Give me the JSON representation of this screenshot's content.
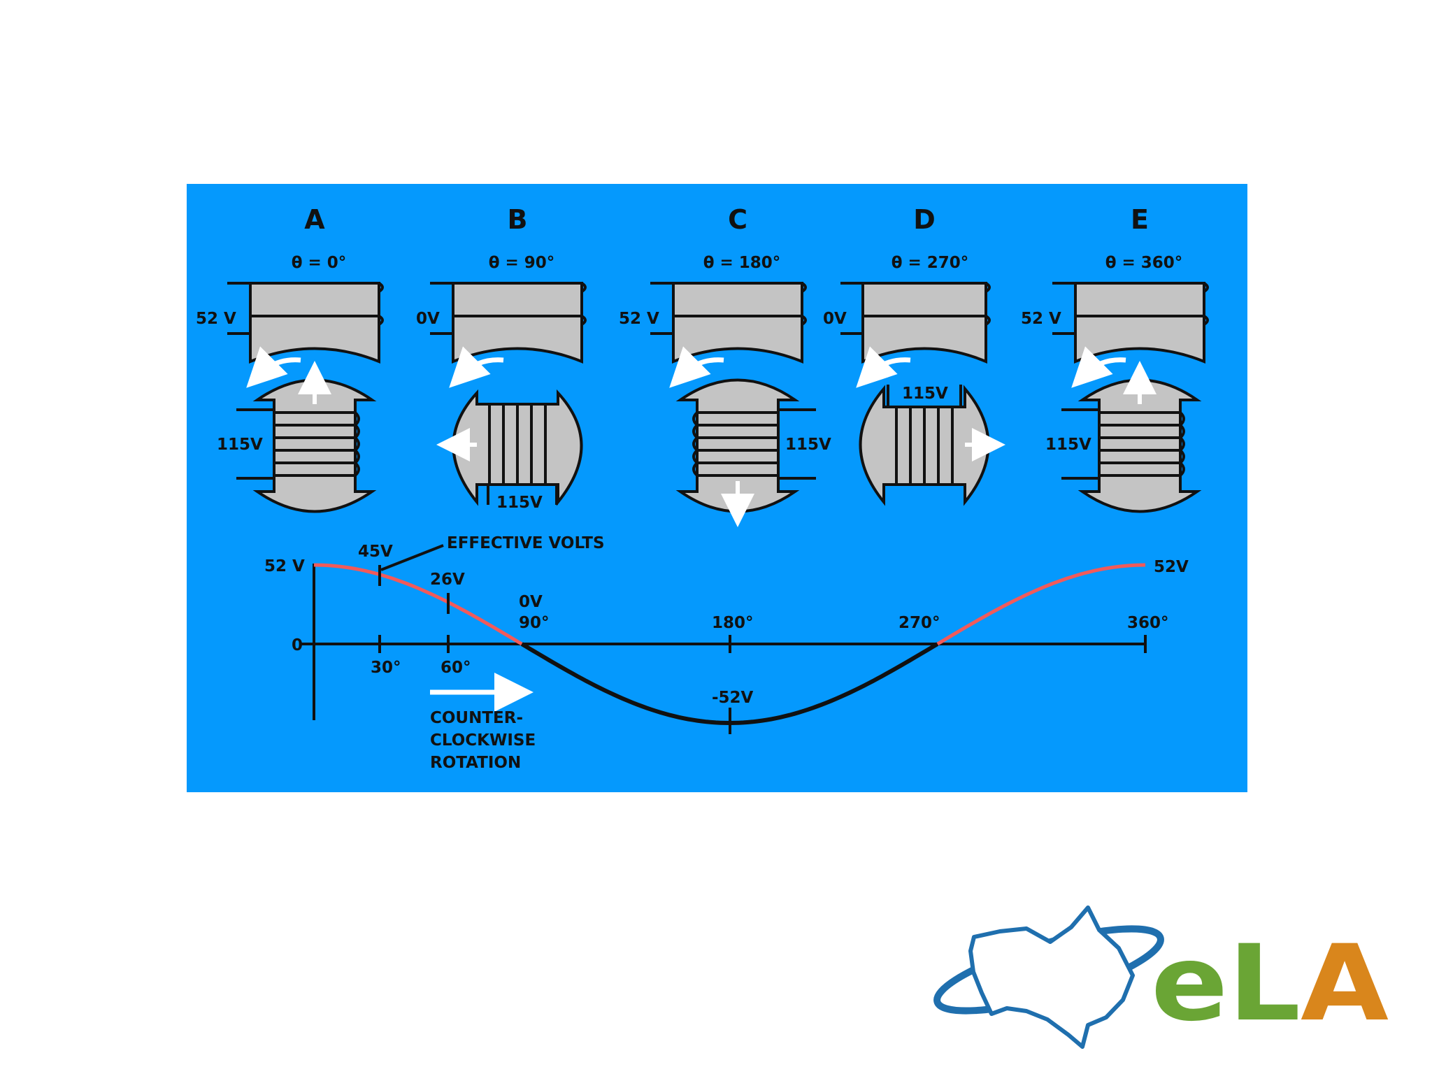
{
  "colors": {
    "panel_bg": "#0599fd",
    "core_gray": "#c4c4c4",
    "positive_curve": "#f25a5a",
    "negative_curve": "#111111",
    "arrow": "#ffffff",
    "logo_blue": "#1f6fae",
    "logo_green": "#6aa535",
    "logo_orange": "#d9861c"
  },
  "panels": [
    {
      "letter": "A",
      "angle": "θ = 0°",
      "stator_voltage": "52 V",
      "rotor_voltage": "115V"
    },
    {
      "letter": "B",
      "angle": "θ = 90°",
      "stator_voltage": "0V",
      "rotor_voltage": "115V"
    },
    {
      "letter": "C",
      "angle": "θ = 180°",
      "stator_voltage": "52 V",
      "rotor_voltage": "115V"
    },
    {
      "letter": "D",
      "angle": "θ = 270°",
      "stator_voltage": "0V",
      "rotor_voltage": "115V"
    },
    {
      "letter": "E",
      "angle": "θ = 360°",
      "stator_voltage": "52 V",
      "rotor_voltage": "115V"
    }
  ],
  "graph": {
    "y_max_label": "52 V",
    "y_zero_label": "0",
    "effective_volts_label": "EFFECTIVE VOLTS",
    "points": [
      {
        "angle": 30,
        "label": "45V"
      },
      {
        "angle": 60,
        "label": "26V"
      },
      {
        "angle": 90,
        "label": "0V"
      },
      {
        "angle": 180,
        "label": "-52V"
      },
      {
        "angle": 360,
        "label": "52V"
      }
    ],
    "x_ticks_below": [
      "30°",
      "60°"
    ],
    "x_ticks_above": [
      "90°",
      "180°",
      "270°",
      "360°"
    ],
    "rotation_label": [
      "COUNTER-",
      "CLOCKWISE",
      "ROTATION"
    ]
  },
  "chart_data": {
    "type": "line",
    "x": [
      0,
      30,
      60,
      90,
      180,
      270,
      360
    ],
    "series": [
      {
        "values": [
          52,
          45,
          26,
          0,
          -52,
          0,
          52
        ]
      }
    ],
    "xlim": [
      0,
      360
    ],
    "ylim": [
      -52,
      52
    ],
    "x_tick_labels": [
      "30°",
      "60°",
      "90°",
      "180°",
      "270°",
      "360°"
    ]
  },
  "logo": {
    "text": "eLA"
  }
}
